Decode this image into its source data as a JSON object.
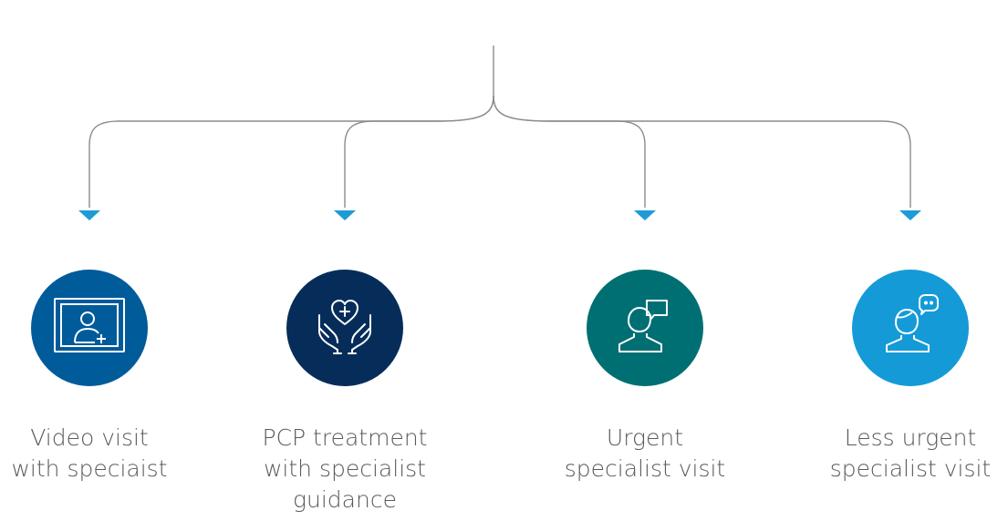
{
  "colors": {
    "connector": "#8c8c8c",
    "arrowhead": "#1e9bd7",
    "label_text": "#5a5a5a"
  },
  "options": [
    {
      "label": "Video visit\nwith speciaist",
      "icon": "video-visit-icon",
      "color": "#005b9a"
    },
    {
      "label": "PCP treatment\nwith specialist\nguidance",
      "icon": "caring-hands-heart-icon",
      "color": "#062d5a"
    },
    {
      "label": "Urgent\nspecialist visit",
      "icon": "person-speech-bubble-icon",
      "color": "#006f73"
    },
    {
      "label": "Less urgent\nspecialist visit",
      "icon": "person-chat-bubble-icon",
      "color": "#149bd7"
    }
  ]
}
